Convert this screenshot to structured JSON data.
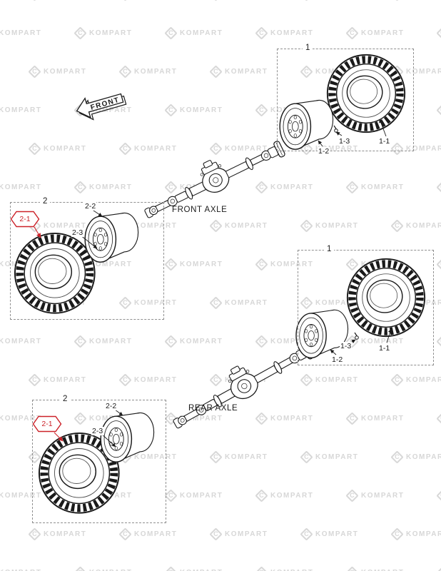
{
  "watermark": {
    "text": "KOMPART",
    "logo_letter": "C"
  },
  "front_arrow": {
    "label": "FRONT"
  },
  "front": {
    "axle_label": "FRONT AXLE",
    "group1": {
      "label": "1",
      "tire": "1-1",
      "rim": "1-2",
      "valve": "1-3"
    },
    "group2": {
      "label": "2",
      "tire": "2-1",
      "rim": "2-2",
      "detail": "2-3"
    }
  },
  "rear": {
    "axle_label": "REAR AXLE",
    "group1": {
      "label": "1",
      "tire": "1-1",
      "rim": "1-2",
      "valve": "1-3"
    },
    "group2": {
      "label": "2",
      "tire": "2-1",
      "rim": "2-2",
      "detail": "2-3"
    }
  },
  "colors": {
    "highlight": "#cc2229",
    "line": "#1a1a1a",
    "watermark": "#d7d7d7",
    "box_border": "#8f8f8f"
  }
}
